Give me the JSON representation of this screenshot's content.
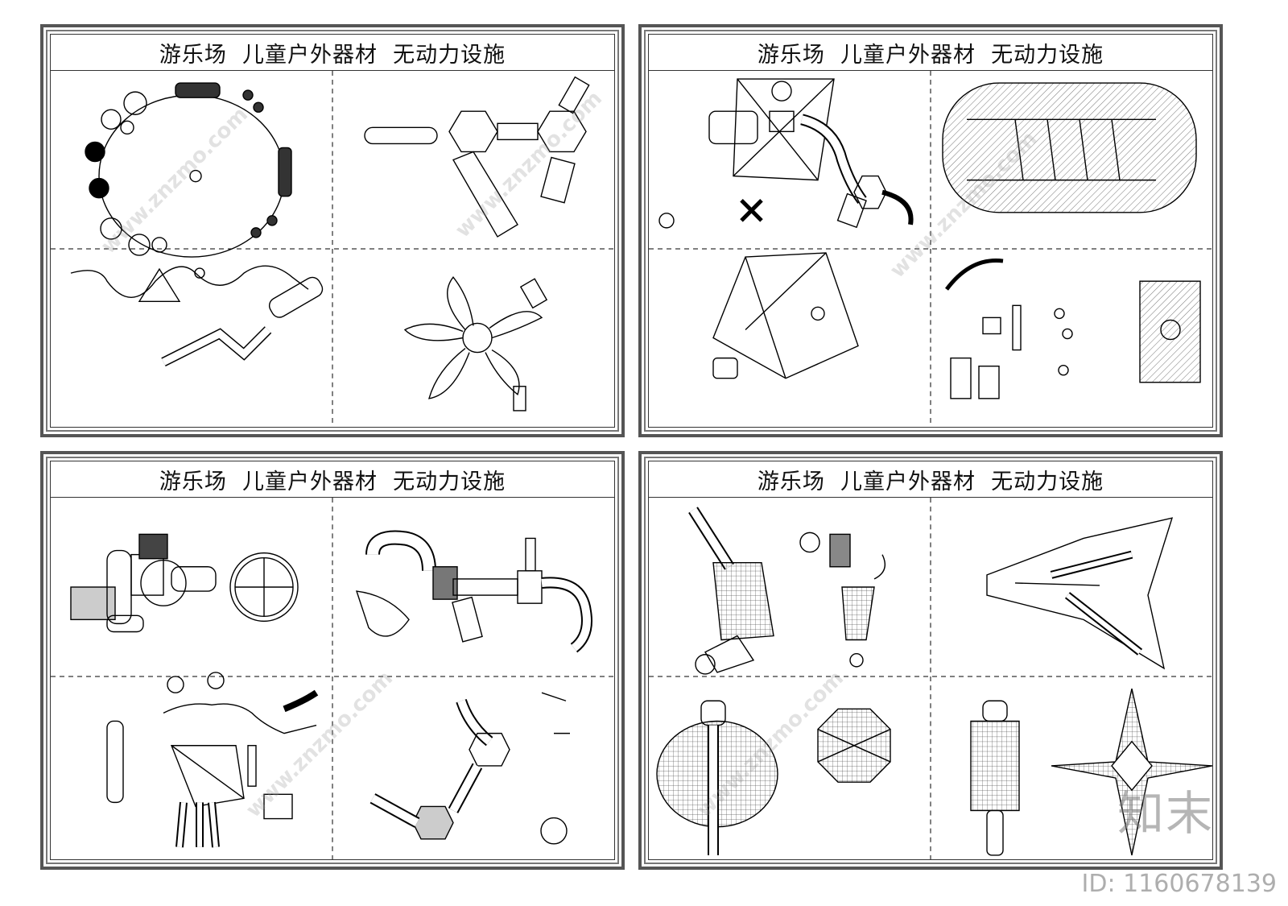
{
  "sheets": [
    {
      "title": "游乐场  儿童户外器材  无动力设施"
    },
    {
      "title": "游乐场  儿童户外器材  无动力设施"
    },
    {
      "title": "游乐场  儿童户外器材  无动力设施"
    },
    {
      "title": "游乐场  儿童户外器材  无动力设施"
    }
  ],
  "watermark": {
    "site": "www.znzmo.com",
    "brand_mark": "知末",
    "image_id": "ID: 1160678139"
  }
}
